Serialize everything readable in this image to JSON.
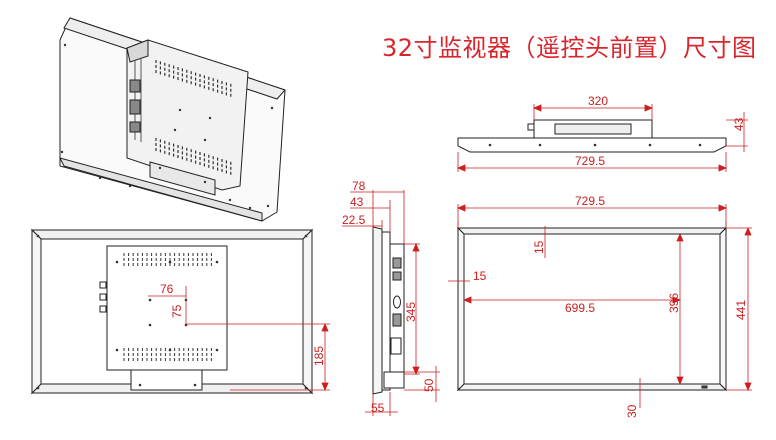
{
  "title": "32寸监视器（遥控头前置）尺寸图",
  "colors": {
    "dimension": "#cc1f1f",
    "outline": "#222222",
    "title": "#d8262c"
  },
  "dimensions": {
    "top_bracket_width": "320",
    "top_depth": "43",
    "top_overall_width": "729.5",
    "front_overall_width": "729.5",
    "front_screen_width": "699.5",
    "front_screen_height": "396",
    "front_overall_height": "441",
    "front_bezel_top": "15",
    "front_bezel_side": "15",
    "front_bezel_bottom": "30",
    "side_depth_overall": "78",
    "side_depth_mid": "43",
    "side_depth_front": "22.5",
    "side_mount_height": "345",
    "side_bottom_height": "50",
    "side_bottom_depth": "55",
    "back_mount_h": "76",
    "back_mount_v": "75",
    "back_mount_bottom": "185"
  }
}
